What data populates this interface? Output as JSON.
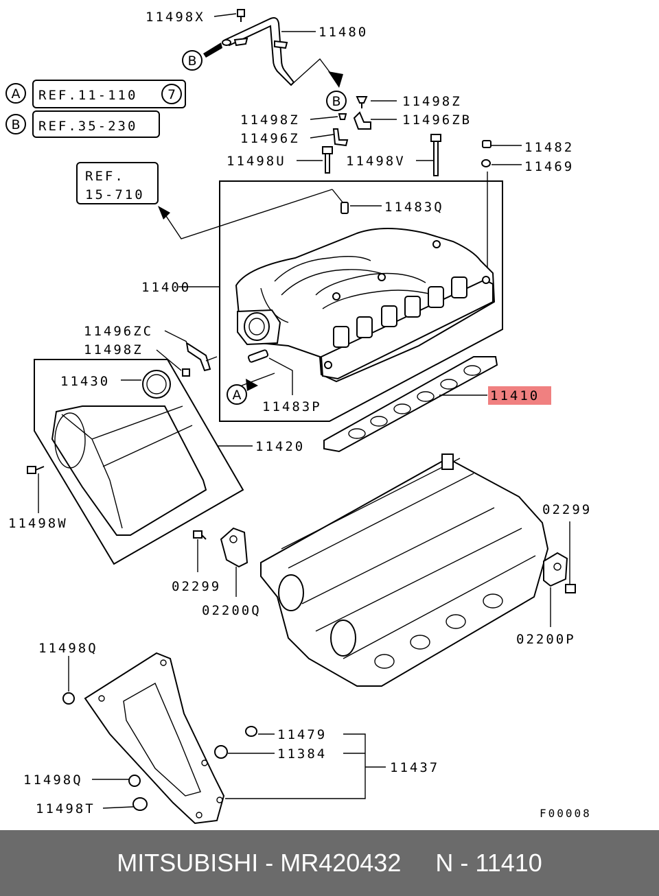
{
  "labels": {
    "l11498X": "11498X",
    "l11480": "11480",
    "l11498Z_a": "11498Z",
    "l11496ZB": "11496ZB",
    "l11498Z_b": "11498Z",
    "l11496Z": "11496Z",
    "l11498U": "11498U",
    "l11498V": "11498V",
    "l11482": "11482",
    "l11469": "11469",
    "l11483Q": "11483Q",
    "l11400": "11400",
    "l11496ZC": "11496ZC",
    "l11498Z_c": "11498Z",
    "l11430": "11430",
    "l11483P": "11483P",
    "l11410": "11410",
    "l11420": "11420",
    "l11498W": "11498W",
    "l02299_a": "02299",
    "l02299_b": "02299",
    "l02200Q": "02200Q",
    "l02200P": "02200P",
    "l11498Q_a": "11498Q",
    "l11479": "11479",
    "l11384": "11384",
    "l11437": "11437",
    "l11498Q_b": "11498Q",
    "l11498T": "11498T"
  },
  "refs": {
    "ref_a_letter": "A",
    "ref_a_text": "REF.11-110",
    "ref_a_num": "7",
    "ref_b_letter": "B",
    "ref_b_text": "REF.35-230",
    "ref_15_line1": "REF.",
    "ref_15_line2": "15-710"
  },
  "markers": {
    "b_top": "B",
    "b_mid": "B",
    "a_low": "A"
  },
  "figure_code": "F00008",
  "highlight_color": "#f08080",
  "footer": {
    "text": "MITSUBISHI - MR420432     N - 11410"
  }
}
